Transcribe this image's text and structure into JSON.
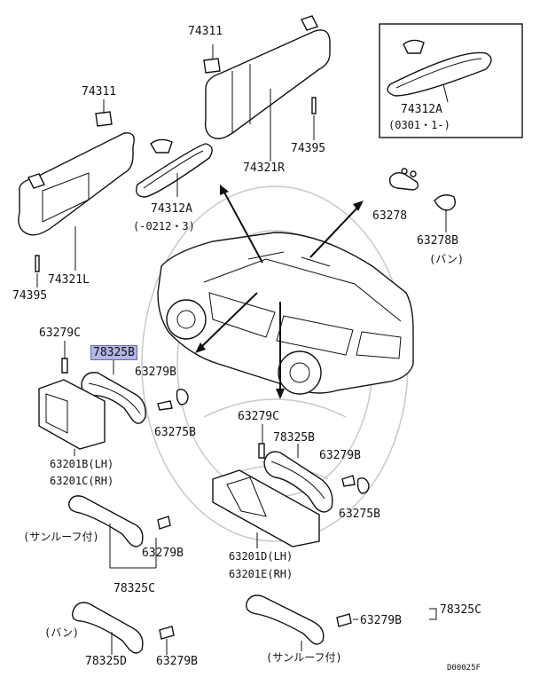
{
  "labels": {
    "visor_clip_top": "74311",
    "visor_clip_left": "74311",
    "visor_right": "74321R",
    "visor_left": "74321L",
    "screw_right": "74395",
    "screw_left": "74395",
    "mirror_inset": "74312A",
    "mirror_inset_range": "(0301・1-)",
    "mirror_main": "74312A",
    "mirror_main_range": "(-0212・3)",
    "cap_a": "63278",
    "cap_b": "63278B",
    "cap_b_note": "(バン)",
    "bolt_c_left": "63279C",
    "handle_left": "78325B",
    "bolt_b_left": "63279B",
    "cap_left": "63275B",
    "bracket_left_lh": "63201B(LH)",
    "bracket_left_rh": "63201C(RH)",
    "bolt_c_right": "63279C",
    "handle_right": "78325B",
    "bolt_b_right": "63279B",
    "cap_right": "63275B",
    "bracket_right_lh": "63201D(LH)",
    "bracket_right_rh": "63201E(RH)",
    "sunroof_note_left": "(サンルーフ付)",
    "bolt_b_sunroof_left": "63279B",
    "handle_c": "78325C",
    "van_note": "(バン)",
    "handle_d": "78325D",
    "bolt_b_van": "63279B",
    "bolt_b_sunroof_right": "63279B",
    "handle_c_right": "78325C",
    "sunroof_note_right": "(サンルーフ付)",
    "diagram_code": "D00025F"
  },
  "colors": {
    "highlight": "#b4b4e6",
    "line": "#111111",
    "watermark": "#c9c9c9"
  }
}
